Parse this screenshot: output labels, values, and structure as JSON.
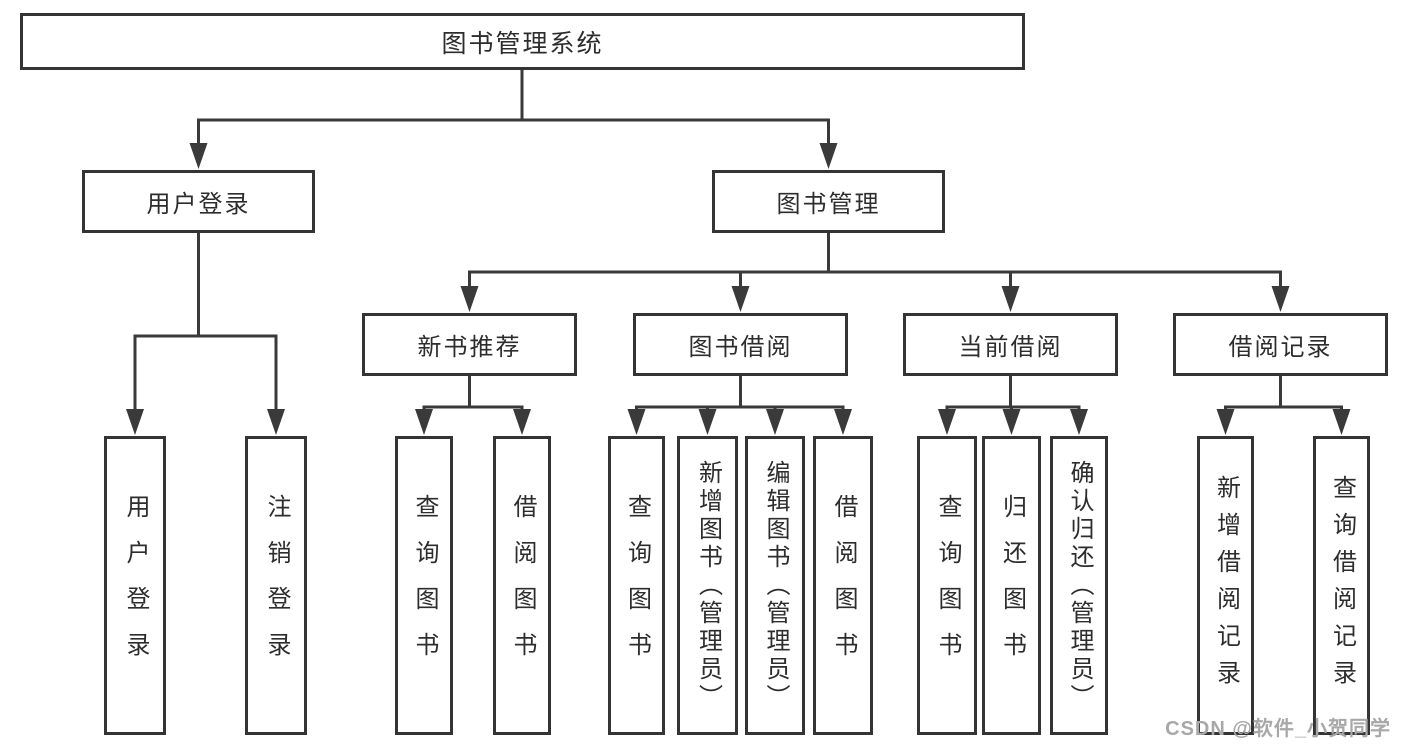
{
  "tree": {
    "root": {
      "label": "图书管理系统",
      "children": [
        {
          "label": "用户登录",
          "children": [
            {
              "label": "用户登录"
            },
            {
              "label": "注销登录"
            }
          ]
        },
        {
          "label": "图书管理",
          "children": [
            {
              "label": "新书推荐",
              "children": [
                {
                  "label": "查询图书"
                },
                {
                  "label": "借阅图书"
                }
              ]
            },
            {
              "label": "图书借阅",
              "children": [
                {
                  "label": "查询图书"
                },
                {
                  "label": "新增图书（管理员）"
                },
                {
                  "label": "编辑图书（管理员）"
                },
                {
                  "label": "借阅图书"
                }
              ]
            },
            {
              "label": "当前借阅",
              "children": [
                {
                  "label": "查询图书"
                },
                {
                  "label": "归还图书"
                },
                {
                  "label": "确认归还（管理员）"
                }
              ]
            },
            {
              "label": "借阅记录",
              "children": [
                {
                  "label": "新增借阅记录"
                },
                {
                  "label": "查询借阅记录"
                }
              ]
            }
          ]
        }
      ]
    }
  },
  "watermark": "CSDN @软件_小贺同学",
  "colors": {
    "line": "#3a3a3a",
    "box_border": "#343434",
    "box_background": "#ffffff",
    "text": "#2d2d2d",
    "watermark": "#a8a8a8"
  }
}
